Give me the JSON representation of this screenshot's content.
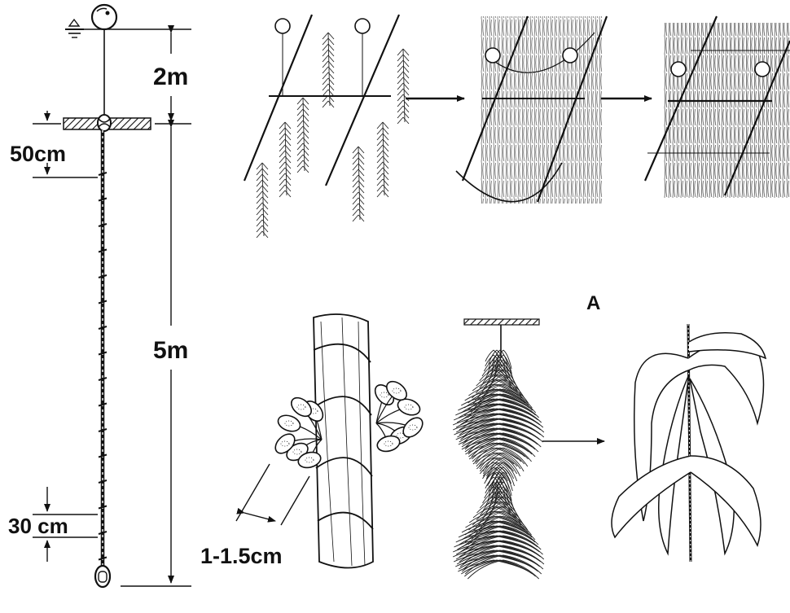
{
  "labels": {
    "depth_float_to_frame": "2m",
    "first_spacing": "50cm",
    "rope_length": "5m",
    "knot_spacing": "30 cm",
    "plant_width": "1-1.5cm",
    "panel_marker": "A"
  },
  "colors": {
    "ink": "#111111",
    "paper": "#ffffff"
  },
  "icons": {
    "float": "float-buoy-icon",
    "water": "water-surface-icon",
    "sinker": "sinker-weight-icon",
    "arrow": "right-arrow-icon"
  }
}
